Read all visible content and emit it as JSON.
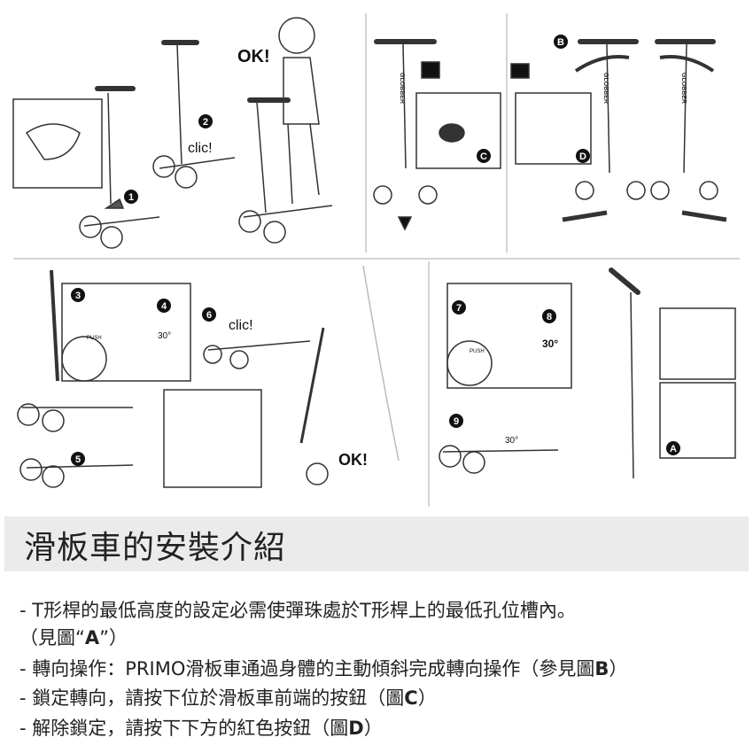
{
  "illustration": {
    "ok_label": "OK!",
    "clic_label": "clic!",
    "push_label": "PUSH",
    "brand_label": "GLOBBER",
    "angle_label": "30°",
    "step_numbers": [
      "1",
      "2",
      "3",
      "4",
      "5",
      "6",
      "7",
      "8",
      "9"
    ],
    "figure_letters": [
      "A",
      "B",
      "C",
      "D"
    ]
  },
  "section": {
    "title": "滑板車的安裝介紹",
    "lines": [
      {
        "text": "- T形桿的最低高度的設定必需使彈珠處於T形桿上的最低孔位槽內。"
      },
      {
        "pre": "（見圖“",
        "bold": "A",
        "post": "”）"
      },
      {
        "pre": "- 轉向操作：PRIMO滑板車通過身體的主動傾斜完成轉向操作（參見圖",
        "bold": "B",
        "post": "）"
      },
      {
        "pre": "- 鎖定轉向，請按下位於滑板車前端的按鈕（圖",
        "bold": "C",
        "post": "）"
      },
      {
        "pre": "- 解除鎖定，請按下下方的紅色按鈕（圖",
        "bold": "D",
        "post": "）"
      }
    ]
  }
}
